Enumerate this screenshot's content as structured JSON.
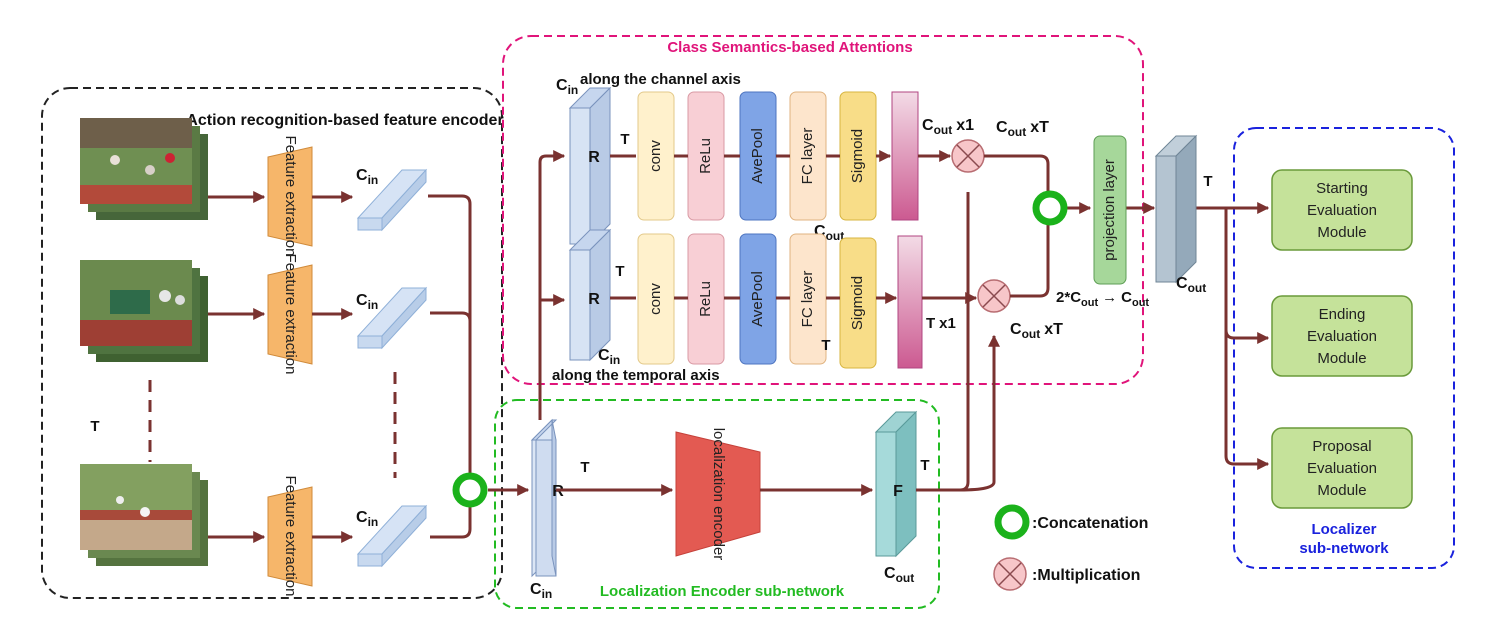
{
  "colors": {
    "arrow": "#7a3230",
    "encoder_box": "#222222",
    "attention_box": "#e0147a",
    "localization_box": "#22bb22",
    "localizer_box": "#1a22dd",
    "concat_ring": "#1bb21b",
    "mult_fill": "#f7c6c9",
    "conv_fill": "#fff1cc",
    "relu_fill": "#f8cfd5",
    "avepool_fill": "#7fa4e6",
    "fc_fill": "#fde5cc",
    "sigmoid_fill": "#f8dd88",
    "feature_extraction_fill": "#f6b66a",
    "localization_encoder_fill": "#e35a52",
    "module_fill": "#c5e29a",
    "projection_fill": "#a6d79a"
  },
  "groups": {
    "encoder": "Action recognition-based feature encoder",
    "attention": "Class Semantics-based Attentions",
    "localization": "Localization Encoder sub-network",
    "localizer_line1": "Localizer",
    "localizer_line2": "sub-network"
  },
  "encoder": {
    "feature_extraction": "Feature extraction",
    "c_in": "C",
    "c_in_sub": "in",
    "t_label": "T"
  },
  "attention": {
    "channel_axis": "along the channel axis",
    "temporal_axis": "along the temporal axis",
    "r": "R",
    "t": "T",
    "c": "C",
    "in": "in",
    "out": "out",
    "conv": "conv",
    "relu": "ReLu",
    "avepool": "AvePool",
    "fc_layer": "FC layer",
    "sigmoid": "Sigmoid",
    "x1": "x1",
    "xT": "xT",
    "projection": "projection layer",
    "two": "2*",
    "arrow": "→"
  },
  "localization": {
    "r": "R",
    "t": "T",
    "encoder": "localization encoder",
    "f": "F"
  },
  "legend": {
    "concatenation": ":Concatenation",
    "multiplication": ":Multiplication"
  },
  "localizer": {
    "t": "T",
    "starting": [
      "Starting",
      "Evaluation",
      "Module"
    ],
    "ending": [
      "Ending",
      "Evaluation",
      "Module"
    ],
    "proposal": [
      "Proposal",
      "Evaluation",
      "Module"
    ]
  }
}
